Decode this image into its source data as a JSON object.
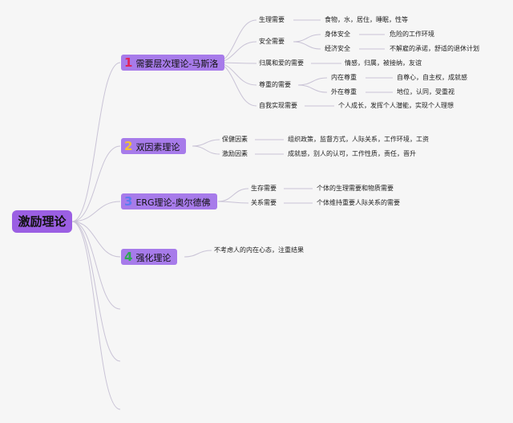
{
  "colors": {
    "root_bg": "#9b5fe3",
    "branch_bg": "#a77bea",
    "line": "#c9c3d6",
    "num_red": "#e0245a",
    "num_yellow": "#f1c232",
    "num_blue": "#5a7cf0",
    "num_green": "#2ea852"
  },
  "root": {
    "label": "激励理论"
  },
  "branches": [
    {
      "num": "1",
      "title": "需要层次理论-马斯洛",
      "items": [
        {
          "label": "生理需要",
          "detail": "食物，水，居住，睡眠，性等"
        },
        {
          "label": "安全需要",
          "subs": [
            {
              "label": "身体安全",
              "detail": "危险的工作环境"
            },
            {
              "label": "经济安全",
              "detail": "不解雇的承诺，舒适的退休计划"
            }
          ]
        },
        {
          "label": "归属和爱的需要",
          "detail": "情感，归属，被接纳，友谊"
        },
        {
          "label": "尊重的需要",
          "subs": [
            {
              "label": "内在尊重",
              "detail": "自尊心，自主权，成就感"
            },
            {
              "label": "外在尊重",
              "detail": "地位，认同，受重视"
            }
          ]
        },
        {
          "label": "自我实现需要",
          "detail": "个人成长，发挥个人潜能，实现个人理想"
        }
      ]
    },
    {
      "num": "2",
      "title": "双因素理论",
      "items": [
        {
          "label": "保健因素",
          "detail": "组织政策，监督方式，人际关系，工作环境，工资"
        },
        {
          "label": "激励因素",
          "detail": "成就感，别人的认可，工作性质，责任，晋升"
        }
      ]
    },
    {
      "num": "3",
      "title": "ERG理论-奥尔德佛",
      "items": [
        {
          "label": "生存需要",
          "detail": "个体的生理需要和物质需要"
        },
        {
          "label": "关系需要",
          "detail": "个体维持重要人际关系的需要"
        }
      ]
    },
    {
      "num": "4",
      "title": "强化理论",
      "items": [
        {
          "label": "不考虑人的内在心态，注重结果"
        }
      ]
    }
  ]
}
